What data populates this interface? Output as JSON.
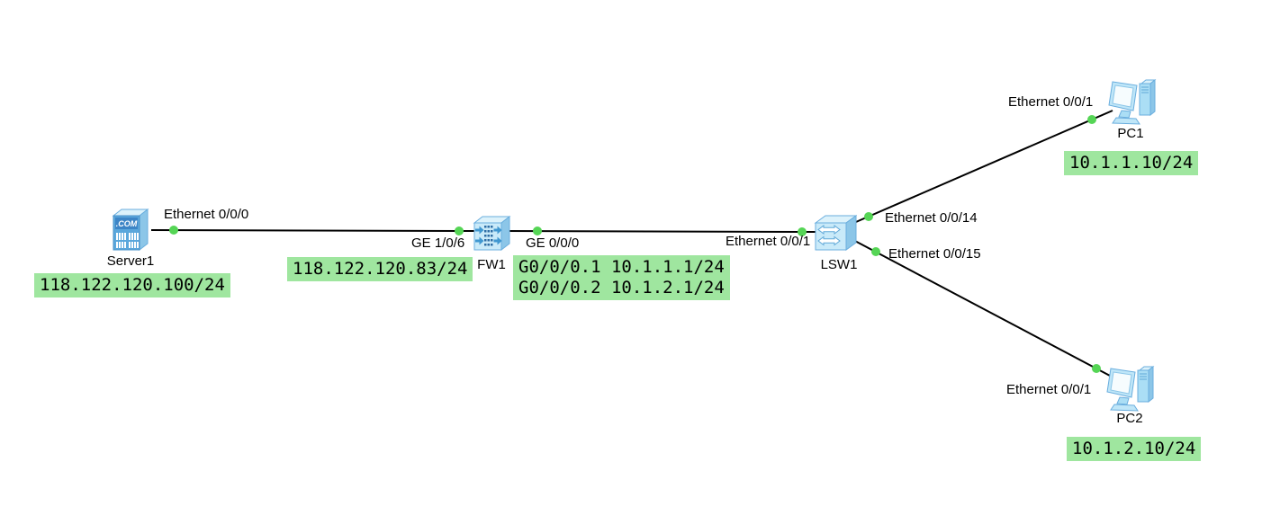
{
  "colors": {
    "canvas_bg": "#ffffff",
    "link": "#000000",
    "port_dot": "#55d555",
    "annotation_bg": "#9fe69f",
    "text": "#000000"
  },
  "devices": {
    "server1": {
      "label": "Server1",
      "type": "server",
      "icon_text": ".COM"
    },
    "fw1": {
      "label": "FW1",
      "type": "firewall"
    },
    "lsw1": {
      "label": "LSW1",
      "type": "switch"
    },
    "pc1": {
      "label": "PC1",
      "type": "pc"
    },
    "pc2": {
      "label": "PC2",
      "type": "pc"
    }
  },
  "ports": {
    "server1_eth0_0_0": "Ethernet 0/0/0",
    "fw1_ge1_0_6": "GE 1/0/6",
    "fw1_ge0_0_0": "GE 0/0/0",
    "lsw1_eth0_0_1": "Ethernet 0/0/1",
    "lsw1_eth0_0_14": "Ethernet 0/0/14",
    "lsw1_eth0_0_15": "Ethernet 0/0/15",
    "pc1_eth0_0_1": "Ethernet 0/0/1",
    "pc2_eth0_0_1": "Ethernet 0/0/1"
  },
  "annotations": {
    "server1_ip": "118.122.120.100/24",
    "fw1_wan_ip": "118.122.120.83/24",
    "fw1_subinterfaces": [
      "G0/0/0.1 10.1.1.1/24",
      "G0/0/0.2 10.1.2.1/24"
    ],
    "pc1_ip": "10.1.1.10/24",
    "pc2_ip": "10.1.2.10/24"
  }
}
